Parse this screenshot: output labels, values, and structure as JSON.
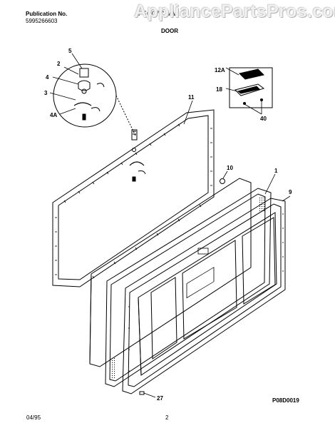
{
  "header": {
    "publication_label": "Publication No.",
    "publication_number": "5995266603",
    "model": "FFC07C3AW1",
    "section_title": "DOOR",
    "watermark": "AppliancePartsPros.com"
  },
  "callouts": [
    "5",
    "2",
    "4",
    "3",
    "4A",
    "11",
    "12A",
    "18",
    "40",
    "10",
    "1",
    "9",
    "27"
  ],
  "footer": {
    "date": "04/95",
    "page": "2",
    "drawing_code": "P08D0019"
  }
}
